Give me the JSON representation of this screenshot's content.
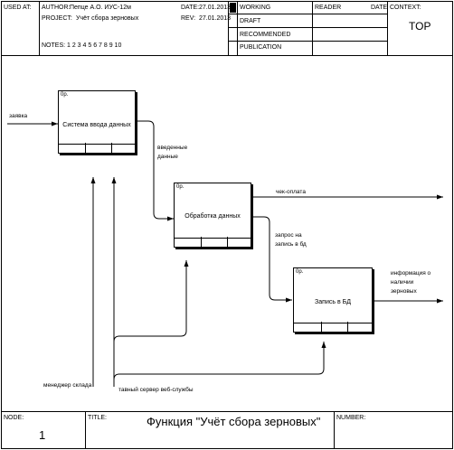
{
  "header": {
    "used_at": "USED AT:",
    "author_label": "AUTHOR:",
    "author": "Пепце А.О. ИУС-12м",
    "project_label": "PROJECT:",
    "project": "Учёт сбора зерновых",
    "date_label": "DATE:",
    "date": "27.01.2013",
    "rev_label": "REV:",
    "rev": "27.01.2013",
    "notes": "NOTES:  1  2  3  4  5  6  7  8  9  10",
    "status": [
      "WORKING",
      "DRAFT",
      "RECOMMENDED",
      "PUBLICATION"
    ],
    "reader": "READER",
    "reader_date": "DATE",
    "context_label": "CONTEXT:",
    "context_value": "TOP"
  },
  "boxes": [
    {
      "num": "0р.",
      "label": "Система ввода данных"
    },
    {
      "num": "0р.",
      "label": "Обработка данных"
    },
    {
      "num": "0р.",
      "label": "Запись в БД"
    }
  ],
  "arrows": {
    "zayavka": "заявка",
    "vvedennye_1": "введенные",
    "vvedennye_2": "данные",
    "chek": "чек-оплата",
    "zapros_1": "запрос на",
    "zapros_2": "запись в бд",
    "info_1": "информация о",
    "info_2": "наличии",
    "info_3": "зерновых",
    "manager": "менеджер склада",
    "server": "тавный сервер веб-службы"
  },
  "footer": {
    "node_label": "NODE:",
    "node_value": "1",
    "title_label": "TITLE:",
    "title_value": "Функция \"Учёт сбора зерновых\"",
    "number_label": "NUMBER:"
  }
}
